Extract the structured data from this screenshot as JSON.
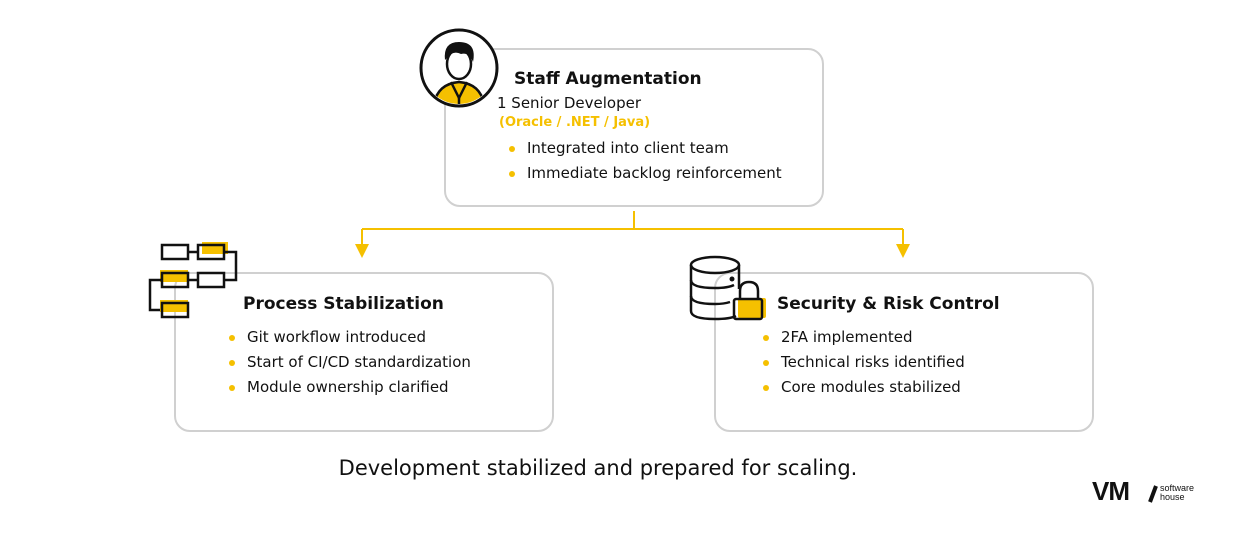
{
  "colors": {
    "accent": "#f5c000",
    "border": "#d0d0d0",
    "text": "#111111"
  },
  "top_card": {
    "icon": "developer-avatar-icon",
    "title": "Staff Augmentation",
    "subtitle": "1 Senior Developer",
    "tech": "(Oracle / .NET / Java)",
    "bullets": [
      "Integrated into client team",
      "Immediate backlog reinforcement"
    ]
  },
  "left_card": {
    "icon": "workflow-blocks-icon",
    "title": "Process Stabilization",
    "bullets": [
      "Git workflow introduced",
      "Start of CI/CD standardization",
      "Module ownership clarified"
    ]
  },
  "right_card": {
    "icon": "database-lock-icon",
    "title": "Security & Risk Control",
    "bullets": [
      "2FA implemented",
      "Technical risks identified",
      "Core modules stabilized"
    ]
  },
  "footer": {
    "text": "Development stabilized and prepared for scaling."
  },
  "logo": {
    "mark": "VM",
    "tagline_line1": "software",
    "tagline_line2": "house"
  }
}
